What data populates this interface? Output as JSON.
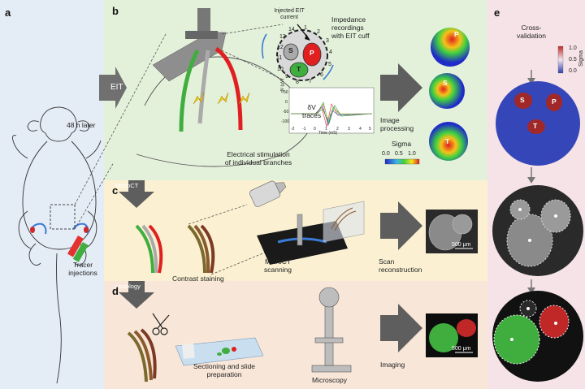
{
  "panels": {
    "a": "a",
    "b": "b",
    "c": "c",
    "d": "d",
    "e": "e"
  },
  "panel_a": {
    "time": "48 h later",
    "tracer": "Tracer\ninjections"
  },
  "panel_b": {
    "eit_label": "EIT",
    "injected_current": "Injected EIT\ncurrent",
    "impedance": "Impedance\nrecordings\nwith EIT cuff",
    "electrodes": [
      "1",
      "2",
      "3",
      "4",
      "5",
      "6",
      "7",
      "8",
      "9",
      "10",
      "11",
      "12",
      "13",
      "14"
    ],
    "fascicles": {
      "S": "S",
      "P": "P",
      "T": "T"
    },
    "trace_label": "δV\ntraces",
    "trace_yaxis": "dV (μV)",
    "trace_xaxis": "Time (mS)",
    "trace_xticks": [
      "-2",
      "-1",
      "0",
      "1",
      "2",
      "3",
      "4",
      "5"
    ],
    "trace_yticks": [
      "50",
      "0",
      "-50",
      "-100"
    ],
    "image_processing": "Image\nprocessing",
    "stimulation": "Electrical stimulation\nof individual branches",
    "sigma_title": "Sigma",
    "sigma_ticks": [
      "0.0",
      "0.5",
      "1.0"
    ]
  },
  "panel_c": {
    "microct": "MicroCT",
    "contrast": "Contrast staining",
    "scanning": "MicroCT\nscanning",
    "reconstruction": "Scan\nreconstruction",
    "scale": "500 μm"
  },
  "panel_d": {
    "histology": "Histology",
    "sectioning": "Sectioning and slide\npreparation",
    "microscopy": "Microscopy",
    "imaging": "Imaging",
    "scale": "500 μm"
  },
  "panel_e": {
    "title": "Cross-\nvalidation",
    "sigma_label": "Sigma",
    "sigma_ticks": [
      "1.0",
      "0.5",
      "0.0"
    ]
  },
  "colors": {
    "green": "#3fae3f",
    "red": "#e02020",
    "gray": "#9a9a9a",
    "brown": "#8a5a2b"
  }
}
